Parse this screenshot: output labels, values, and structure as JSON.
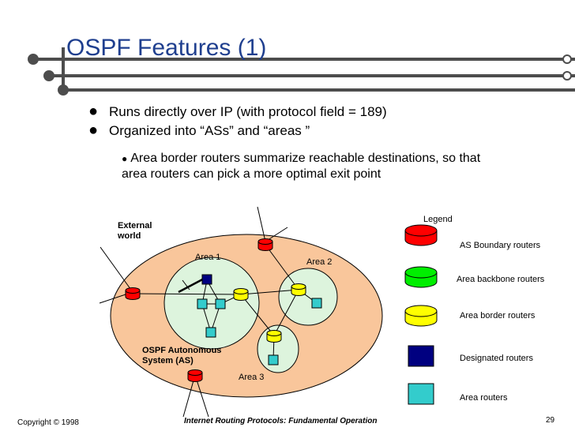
{
  "slide": {
    "title": "OSPF Features (1)",
    "bullets": [
      "Runs directly over IP (with protocol field = 189)",
      "Organized into “ASs”  and “areas ”"
    ],
    "sub_bullet_line1": "Area border routers summarize reachable destinations, so that",
    "sub_bullet_line2": "area routers can pick a more optimal exit point",
    "bullet_glyph": "●"
  },
  "diagram": {
    "external_world_line1": "External",
    "external_world_line2": "world",
    "as_label_line1": "OSPF Autonomous",
    "as_label_line2": "System (AS)",
    "area1": "Area 1",
    "area2": "Area 2",
    "area3": "Area 3"
  },
  "legend": {
    "title": "Legend",
    "items": [
      {
        "label": "AS Boundary routers",
        "color": "#ff0000"
      },
      {
        "label": "Area backbone routers",
        "color": "#00ee00"
      },
      {
        "label": "Area border routers",
        "color": "#ffff00"
      },
      {
        "label": "Designated routers",
        "color": "#000080"
      },
      {
        "label": "Area  routers",
        "color": "#33cccc"
      }
    ]
  },
  "colors": {
    "title": "#1f3f8f",
    "as_fill": "#f9c69b",
    "area_fill": "#ddf4dd",
    "decor": "#4d4d4d"
  },
  "footer": {
    "copyright": "Copyright © 1998",
    "center": "Internet Routing Protocols: Fundamental Operation",
    "page": "29"
  }
}
